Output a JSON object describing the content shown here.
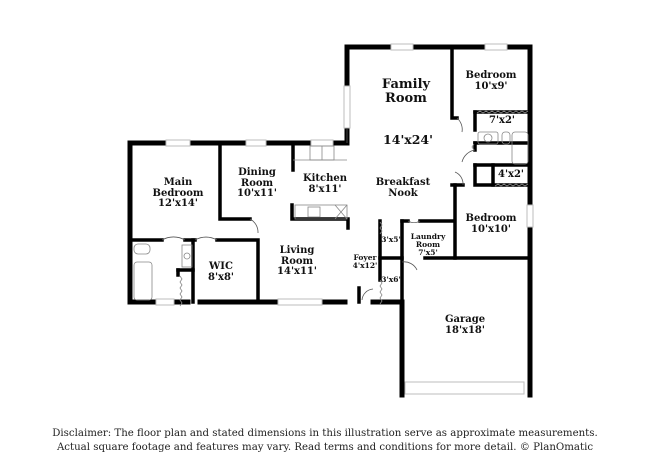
{
  "rooms": {
    "family_room": {
      "name_line1": "Family",
      "name_line2": "Room",
      "dim": "14'x24'"
    },
    "bedroom_top": {
      "name": "Bedroom",
      "dim": "10'x9'"
    },
    "closet_top": {
      "dim": "7'x2'"
    },
    "closet_mid": {
      "dim": "4'x2'"
    },
    "breakfast_nook": {
      "name_line1": "Breakfast",
      "name_line2": "Nook"
    },
    "main_bedroom": {
      "name_line1": "Main",
      "name_line2": "Bedroom",
      "dim": "12'x14'"
    },
    "dining_room": {
      "name_line1": "Dining",
      "name_line2": "Room",
      "dim": "10'x11'"
    },
    "kitchen": {
      "name": "Kitchen",
      "dim": "8'x11'"
    },
    "bedroom_right": {
      "name": "Bedroom",
      "dim": "10'x10'"
    },
    "laundry_room": {
      "name_line1": "Laundry",
      "name_line2": "Room",
      "dim": "7'x5'"
    },
    "closet_3x5": {
      "dim": "3'x5'"
    },
    "closet_3x6": {
      "dim": "3'x6'"
    },
    "foyer": {
      "name": "Foyer",
      "dim": "4'x12'"
    },
    "wic": {
      "name": "WIC",
      "dim": "8'x8'"
    },
    "living_room": {
      "name_line1": "Living",
      "name_line2": "Room",
      "dim": "14'x11'"
    },
    "garage": {
      "name": "Garage",
      "dim": "18'x18'"
    }
  },
  "disclaimer": {
    "line1": "Disclaimer: The floor plan and stated dimensions in this illustration serve as approximate measurements.",
    "line2": "Actual square footage and features may vary. Read terms and conditions for more detail. © PlanOmatic"
  },
  "colors": {
    "wall": "#000000",
    "window": "#d8d8d8",
    "fixture": "#9a9a9a"
  }
}
